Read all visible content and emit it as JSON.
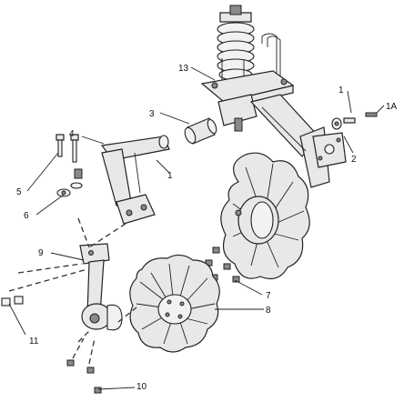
{
  "callouts": {
    "c1": "1",
    "c1a": "1A",
    "c2": "2",
    "c3": "3",
    "c4": "4",
    "c5": "5",
    "c6": "6",
    "c7": "7",
    "c8": "8",
    "c9": "9",
    "c10": "10",
    "c11": "11",
    "c13": "13",
    "c1_arm": "1"
  }
}
